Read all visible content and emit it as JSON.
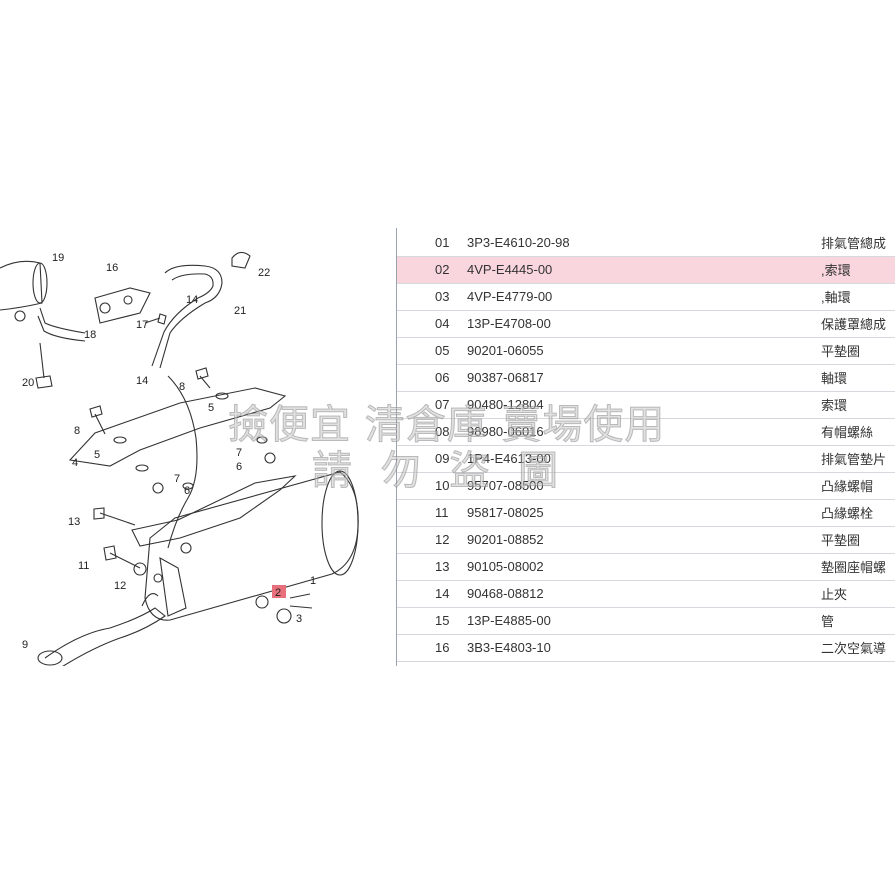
{
  "diagram": {
    "callouts": [
      "19",
      "16",
      "22",
      "14",
      "18",
      "21",
      "17",
      "14",
      "20",
      "8",
      "8",
      "5",
      "5",
      "7",
      "6",
      "7",
      "6",
      "4",
      "13",
      "11",
      "12",
      "2",
      "1",
      "3",
      "9"
    ],
    "highlight_color": "#e8707c"
  },
  "parts": [
    {
      "no": "01",
      "pn": "3P3-E4610-20-98",
      "name": "排氣管總成"
    },
    {
      "no": "02",
      "pn": "4VP-E4445-00",
      "name": ",索環",
      "highlight": true
    },
    {
      "no": "03",
      "pn": "4VP-E4779-00",
      "name": ",軸環"
    },
    {
      "no": "04",
      "pn": "13P-E4708-00",
      "name": "保護罩總成"
    },
    {
      "no": "05",
      "pn": "90201-06055",
      "name": "平墊圈"
    },
    {
      "no": "06",
      "pn": "90387-06817",
      "name": "軸環"
    },
    {
      "no": "07",
      "pn": "90480-12804",
      "name": "索環"
    },
    {
      "no": "08",
      "pn": "98980-06016",
      "name": "有帽螺絲"
    },
    {
      "no": "09",
      "pn": "1P4-E4613-00",
      "name": "排氣管墊片"
    },
    {
      "no": "10",
      "pn": "95707-08500",
      "name": "凸緣螺帽"
    },
    {
      "no": "11",
      "pn": "95817-08025",
      "name": "凸緣螺栓"
    },
    {
      "no": "12",
      "pn": "90201-08852",
      "name": "平墊圈"
    },
    {
      "no": "13",
      "pn": "90105-08002",
      "name": "墊圈座帽螺"
    },
    {
      "no": "14",
      "pn": "90468-08812",
      "name": "止夾"
    },
    {
      "no": "15",
      "pn": "13P-E4885-00",
      "name": "管"
    },
    {
      "no": "16",
      "pn": "3B3-E4803-10",
      "name": "二次空氣導"
    }
  ],
  "watermark": {
    "line1": "撿便宜 清倉庫 賣場使用",
    "line2": "請 勿 盜 圖"
  },
  "colors": {
    "highlight_row": "#f9d6de",
    "divider": "#9aa3b0",
    "row_border": "#d5d9de"
  }
}
